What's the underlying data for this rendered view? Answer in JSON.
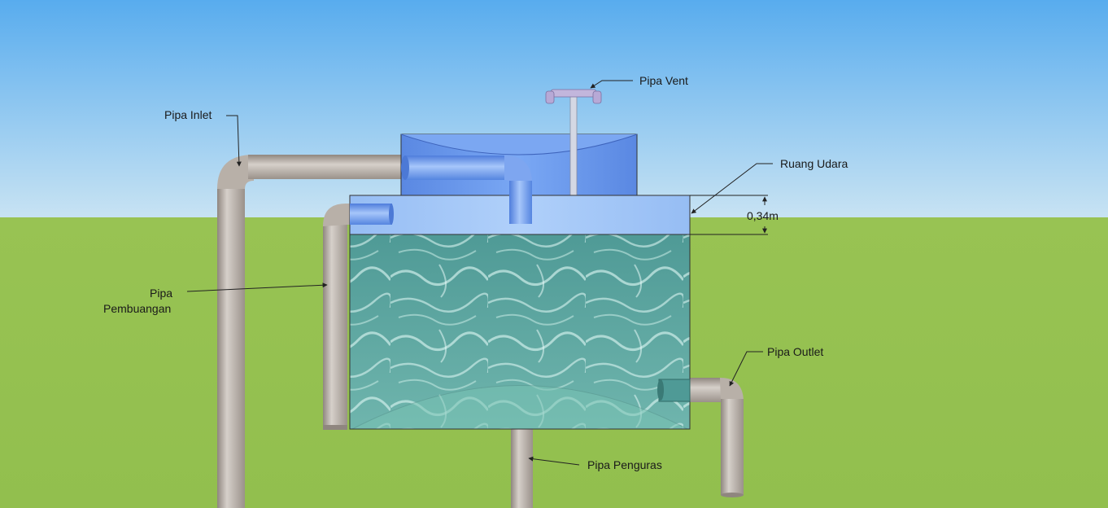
{
  "labels": {
    "pipa_vent": "Pipa Vent",
    "pipa_inlet": "Pipa Inlet",
    "ruang_udara": "Ruang Udara",
    "dimension": "0,34m",
    "pipa_pembuangan_line1": "Pipa",
    "pipa_pembuangan_line2": "Pembuangan",
    "pipa_outlet": "Pipa Outlet",
    "pipa_penguras": "Pipa Penguras"
  },
  "colors": {
    "sky_top": "#5aaeee",
    "sky_bottom": "#c6e2f3",
    "ground": "#9cc455",
    "tank_blue": "#6d9cf0",
    "air_space": "#a6c8f6",
    "water": "#5aa6a0",
    "pipe": "#b2aaa2",
    "vent_pipe": "#c0b4d8"
  }
}
